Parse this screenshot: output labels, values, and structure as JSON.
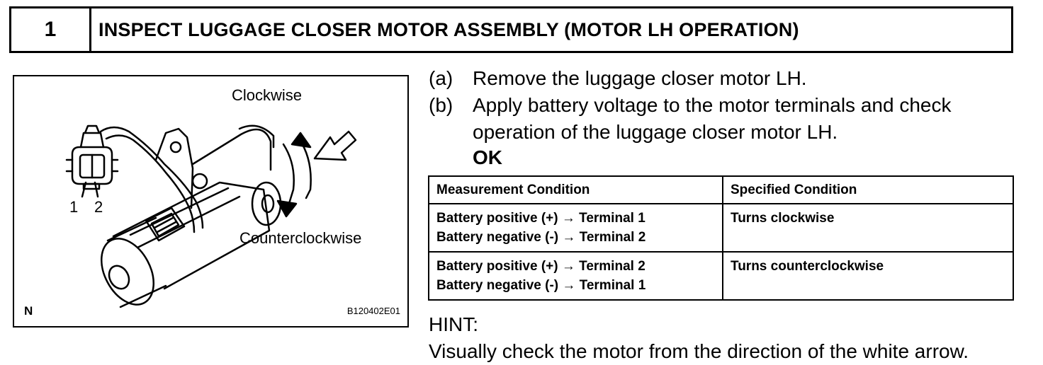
{
  "header": {
    "step_number": "1",
    "title": "INSPECT LUGGAGE CLOSER MOTOR ASSEMBLY (MOTOR LH OPERATION)"
  },
  "figure": {
    "label_clockwise": "Clockwise",
    "label_counterclockwise": "Counterclockwise",
    "terminal_1": "1",
    "terminal_2": "2",
    "corner_mark": "N",
    "figure_code": "B120402E01"
  },
  "steps": [
    {
      "letter": "(a)",
      "text": "Remove the luggage closer motor LH."
    },
    {
      "letter": "(b)",
      "text": "Apply battery voltage to the motor terminals and check operation of the luggage closer motor LH."
    }
  ],
  "result": "OK",
  "table": {
    "headers": [
      "Measurement Condition",
      "Specified Condition"
    ],
    "rows": [
      {
        "line1": "Battery positive (+) → Terminal 1",
        "line2": "Battery negative (-) → Terminal 2",
        "spec": "Turns clockwise"
      },
      {
        "line1": "Battery positive (+) → Terminal 2",
        "line2": "Battery negative (-) → Terminal 1",
        "spec": "Turns counterclockwise"
      }
    ]
  },
  "hint": {
    "label": "HINT:",
    "text": "Visually check the motor from the direction of the white arrow."
  }
}
